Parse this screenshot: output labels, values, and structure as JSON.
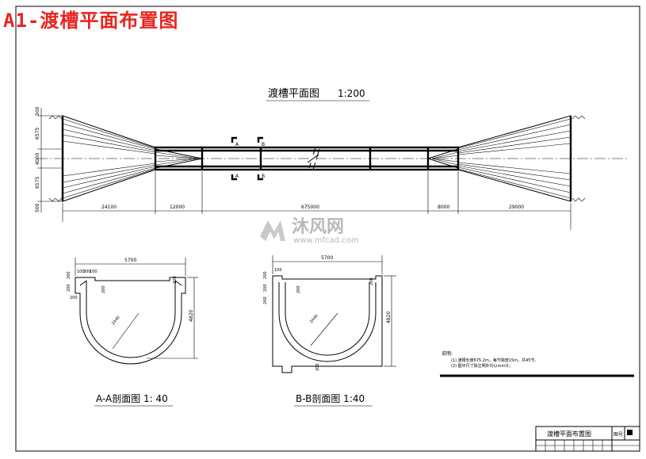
{
  "page_title": "A1-渡槽平面布置图",
  "plan": {
    "title": "渡槽平面图",
    "scale": "1:200",
    "dims_bottom": [
      "24100",
      "12000",
      "675000",
      "8000",
      "29000"
    ],
    "dims_left": [
      "500",
      "6575",
      "4000",
      "6575",
      "500"
    ],
    "section_marks": [
      "A",
      "B",
      "A",
      "B"
    ]
  },
  "section_a": {
    "title": "A-A剖面图 1: 40",
    "width_dim": "5700",
    "height_dim": "4820",
    "radius_dim": "2440",
    "small_dims": [
      "200",
      "200",
      "200",
      "200",
      "200",
      "100",
      "300",
      "100"
    ]
  },
  "section_b": {
    "title": "B-B剖面图 1:40",
    "width_dim": "5700",
    "height_dim": "4820",
    "radius_dim": "2440",
    "small_dims": [
      "200",
      "200",
      "200",
      "200",
      "200",
      "100",
      "200"
    ]
  },
  "notes": {
    "heading": "说明:",
    "lines": [
      "(1) 渡槽长度675.2m，每节跨度15m，共45节。",
      "(2) 图中尺寸除注明外均以mm计。"
    ]
  },
  "title_block": {
    "drawing_name": "渡槽平面布置图",
    "sheet_label": "图号"
  },
  "watermark": {
    "text": "沐风网",
    "url": "www.mfcad.com",
    "color": "#b9b9b9"
  }
}
